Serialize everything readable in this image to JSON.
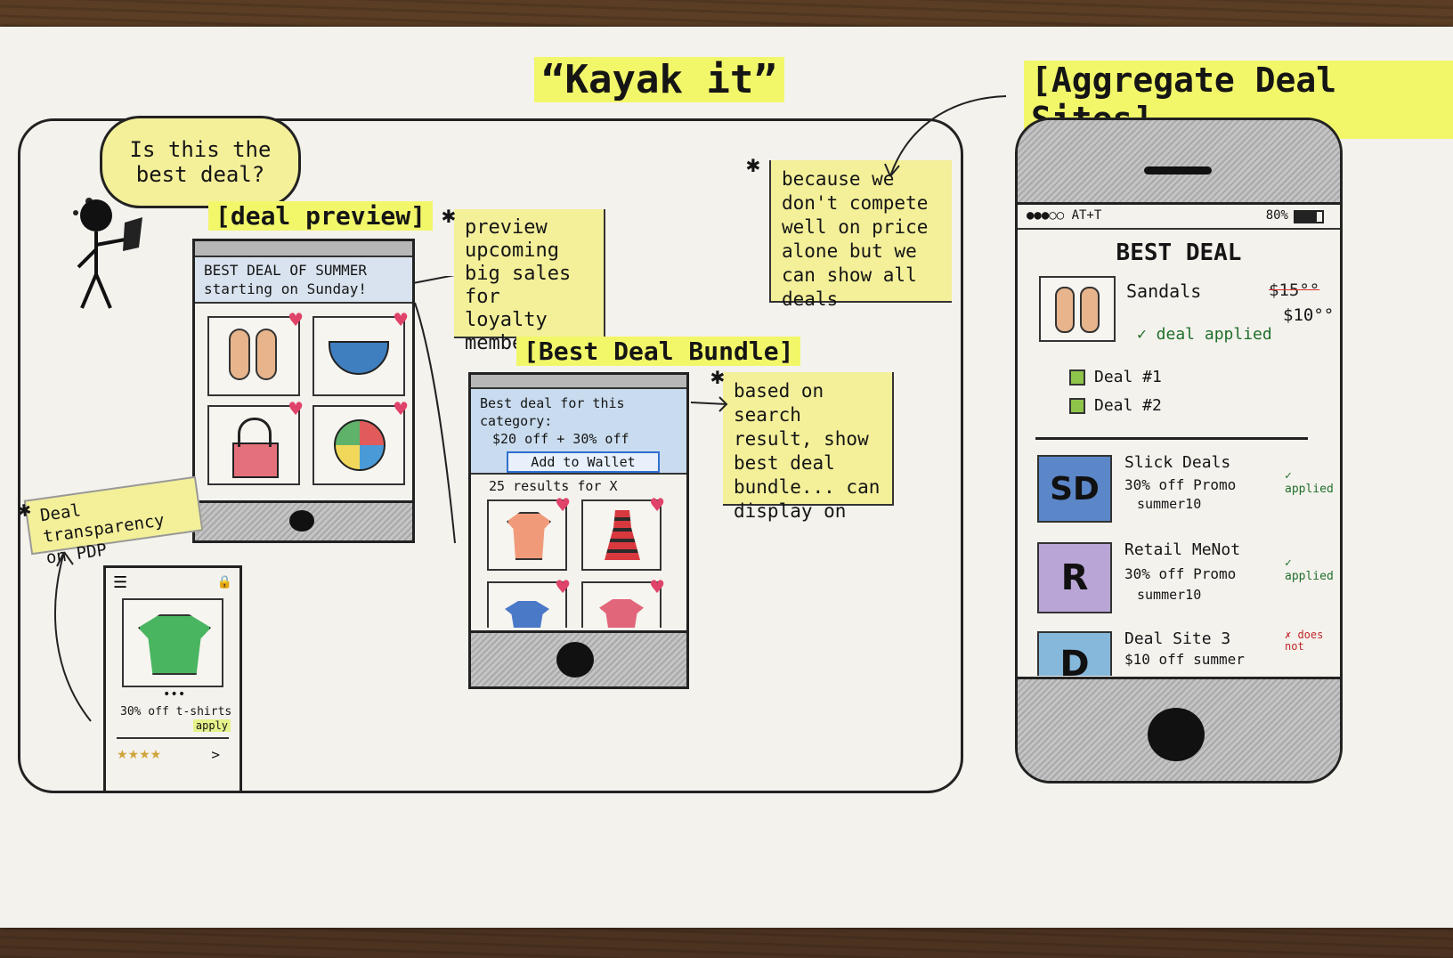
{
  "titles": {
    "kayak": "“Kayak it”",
    "aggregate": "[Aggregate Deal Sites]"
  },
  "thought_bubble": "Is this the best deal?",
  "deal_preview": {
    "label": "[deal preview]",
    "banner": "BEST DEAL OF SUMMER starting on Sunday!"
  },
  "notes": {
    "preview": "preview upcoming big sales for loyalty members",
    "compete": "because we don't compete well on price alone but we can show all deals",
    "bundle_note": "based on search result, show best deal bundle... can display on",
    "transparency": "Deal transparency on PDP"
  },
  "bundle": {
    "label": "[Best Deal Bundle]",
    "headline": "Best deal for this category:",
    "offer": "$20 off + 30% off",
    "wallet_button": "Add to Wallet",
    "results": "25 results for X"
  },
  "pdp": {
    "dots": "•••",
    "promo": "30% off t-shirts",
    "apply": "apply",
    "stars": "★★★★",
    "next": ">"
  },
  "aggregate_phone": {
    "status_carrier": "●●●○○ AT+T",
    "battery": "80%",
    "title": "BEST DEAL",
    "product": {
      "name": "Sandals",
      "old_price": "$15°°",
      "new_price": "$10°°",
      "status": "✓ deal applied"
    },
    "deal_options": [
      "Deal #1",
      "Deal #2"
    ],
    "sites": [
      {
        "logo": "SD",
        "name": "Slick Deals",
        "offer": "30% off Promo",
        "code": "summer10",
        "status": "✓ applied",
        "color": "#5b86c8"
      },
      {
        "logo": "R",
        "name": "Retail MeNot",
        "offer": "30% off Promo",
        "code": "summer10",
        "status": "✓ applied",
        "color": "#b9a6d6"
      },
      {
        "logo": "D",
        "name": "Deal Site 3",
        "offer": "$10 off summer",
        "code": "",
        "status": "✗ does not",
        "color": "#86b8dc"
      }
    ]
  }
}
